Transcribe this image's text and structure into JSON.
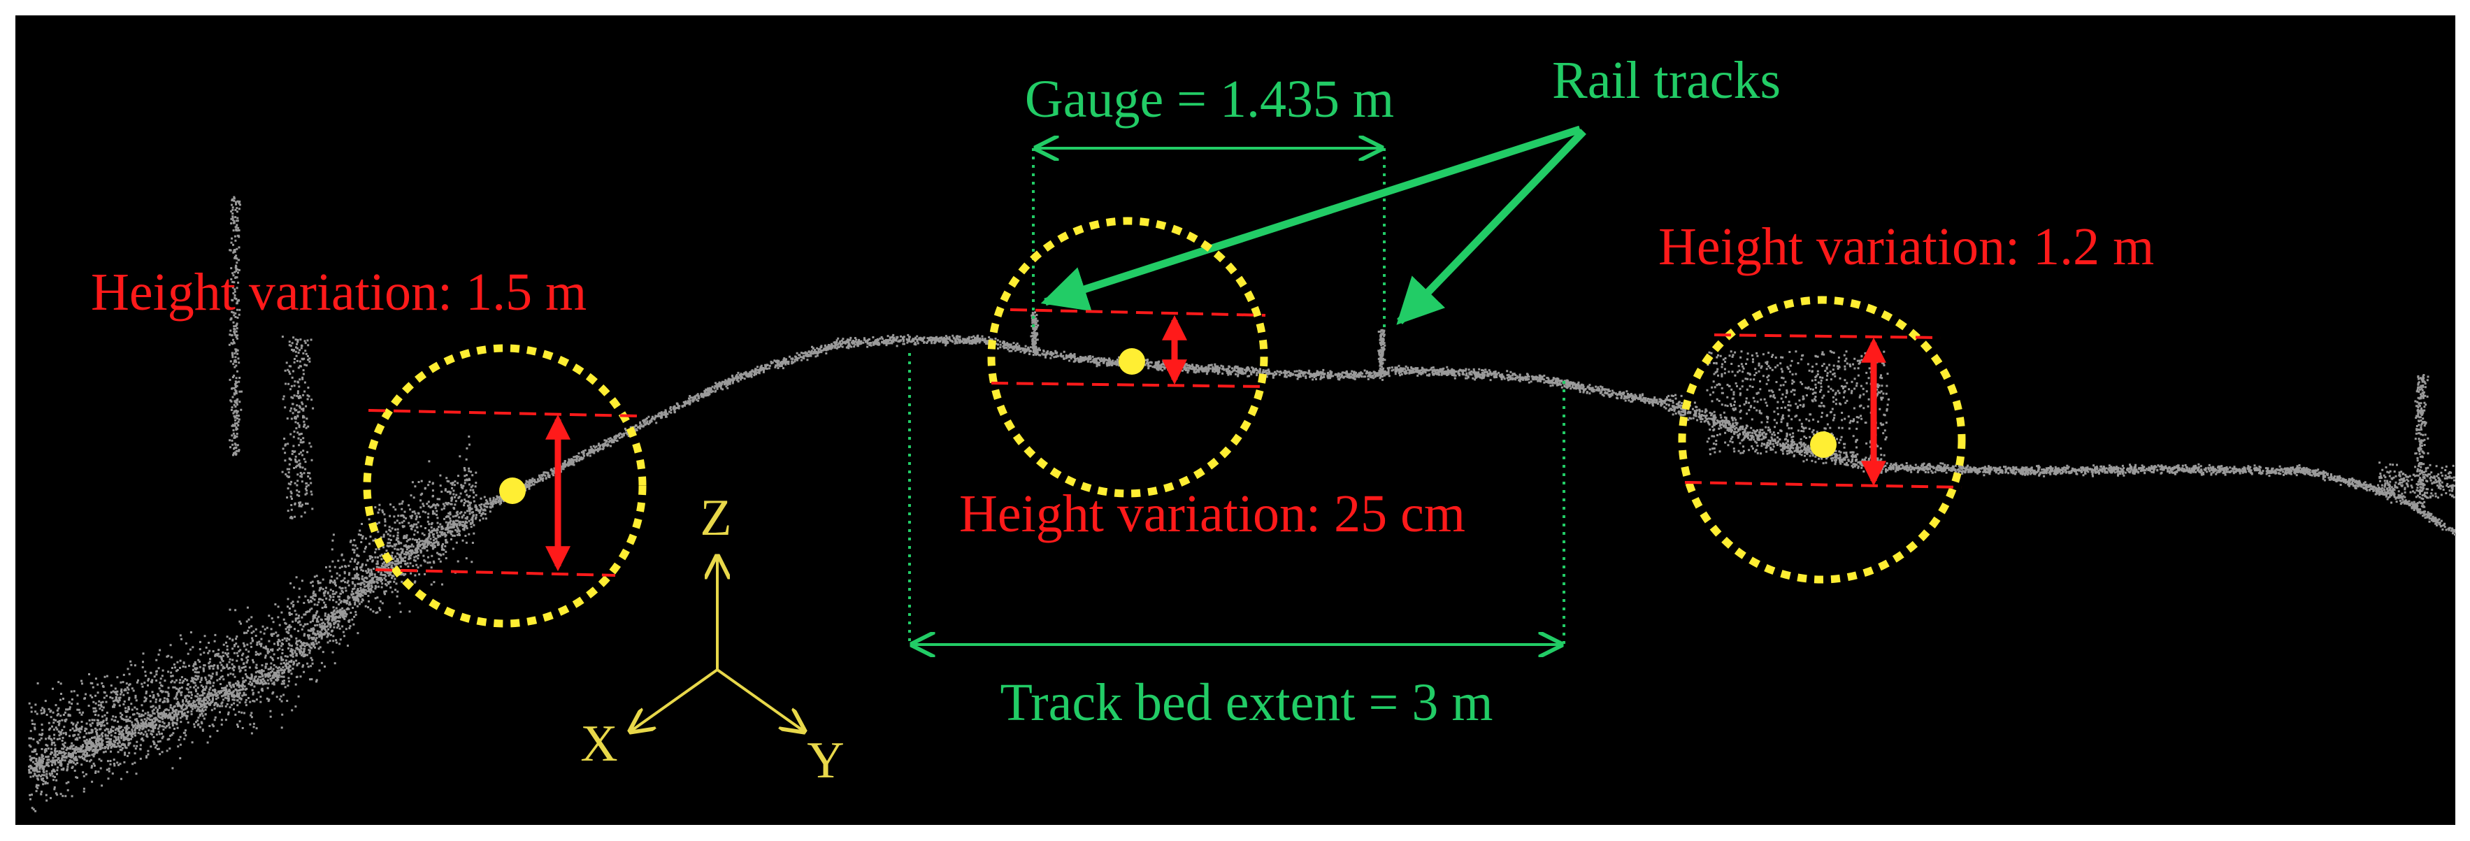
{
  "figure": {
    "colors": {
      "background": "#000000",
      "point_cloud": "#9a9a9a",
      "annotation_green": "#22cc66",
      "annotation_red": "#ff1a1a",
      "annotation_yellow": "#ffee33",
      "axis_yellow": "#e8d84a"
    },
    "labels": {
      "gauge": "Gauge = 1.435 m",
      "rail_tracks": "Rail tracks",
      "track_bed_extent": "Track bed extent = 3 m",
      "height_left": "Height variation: 1.5 m",
      "height_center": "Height variation: 25 cm",
      "height_right": "Height variation: 1.2 m"
    },
    "axes": {
      "z": "Z",
      "x": "X",
      "y": "Y"
    }
  }
}
